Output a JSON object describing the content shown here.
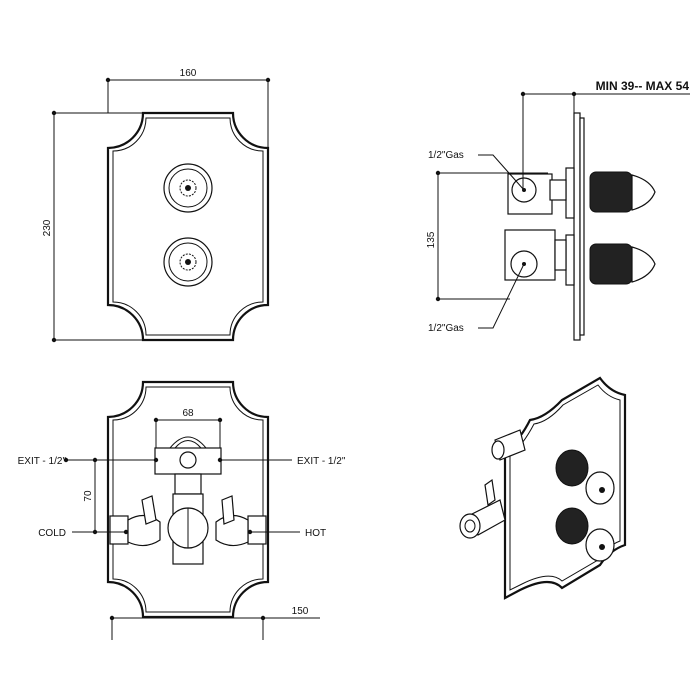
{
  "front_view": {
    "width_label": "160",
    "height_label": "230"
  },
  "side_view": {
    "depth_label": "MIN 39-- MAX 54",
    "spacing_label": "135",
    "top_port_label": "1/2\"Gas",
    "bottom_port_label": "1/2\"Gas"
  },
  "rear_view": {
    "outlet_spacing_label": "68",
    "vertical_label": "70",
    "width_label": "150",
    "exit_left_label": "EXIT - 1/2\"",
    "exit_right_label": "EXIT - 1/2\"",
    "cold_label": "COLD",
    "hot_label": "HOT"
  },
  "colors": {
    "line": "#111111",
    "background": "#ffffff"
  }
}
